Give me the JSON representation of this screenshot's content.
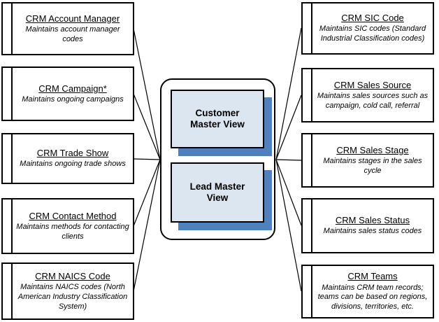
{
  "diagram": {
    "left_boxes": [
      {
        "title": "CRM Account Manager",
        "description": "Maintains account manager codes"
      },
      {
        "title": "CRM Campaign*",
        "description": "Maintains ongoing campaigns"
      },
      {
        "title": "CRM Trade Show",
        "description": "Maintains ongoing trade shows"
      },
      {
        "title": "CRM Contact Method",
        "description": "Maintains methods for contacting clients"
      },
      {
        "title": "CRM NAICS Code",
        "description": "Maintains NAICS codes (North American Industry Classification System)"
      }
    ],
    "right_boxes": [
      {
        "title": "CRM SIC Code",
        "description": "Maintains SIC codes (Standard Industrial Classification codes)"
      },
      {
        "title": "CRM Sales Source",
        "description": "Maintains sales sources such as campaign, cold call, referral"
      },
      {
        "title": "CRM Sales Stage",
        "description": "Maintains stages in the sales cycle"
      },
      {
        "title": "CRM Sales Status",
        "description": "Maintains sales status codes"
      },
      {
        "title": "CRM Teams",
        "description": "Maintains CRM team records; teams can be based on regions, divisions, territories, etc."
      }
    ],
    "center_views": [
      {
        "label": "Customer Master View"
      },
      {
        "label": "Lead Master View"
      }
    ],
    "colors": {
      "view_fill": "#dce6f1",
      "view_shadow": "#4f81bd",
      "line": "#000000"
    }
  }
}
